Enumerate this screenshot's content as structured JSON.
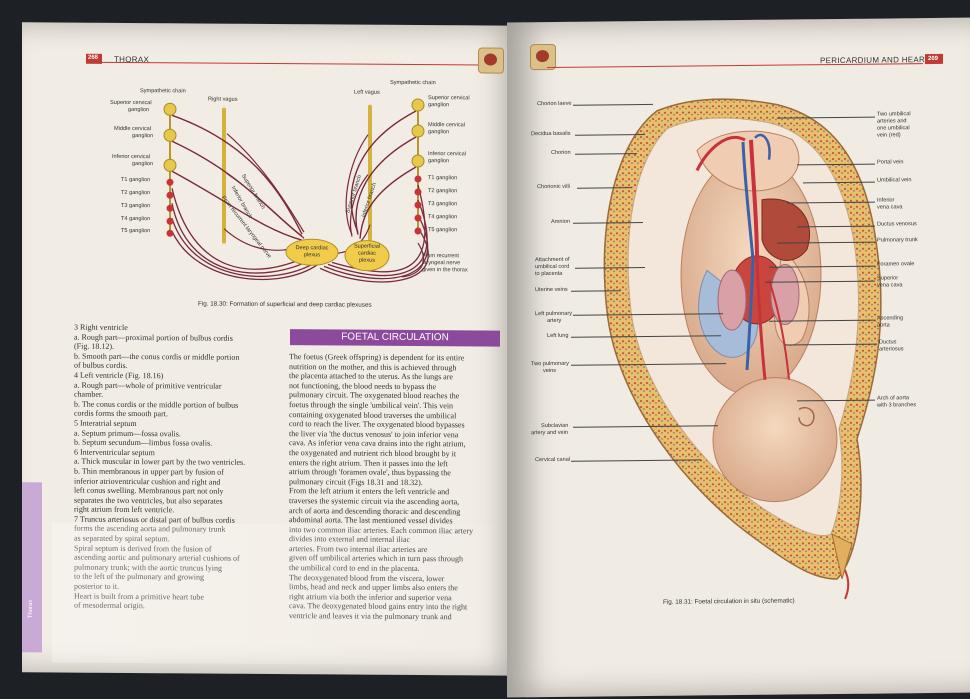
{
  "left_page": {
    "page_number": "268",
    "running_head": "THORAX",
    "diagram": {
      "labels_left": {
        "sympathetic_chain": "Sympathetic chain",
        "superior_ganglion": [
          "Superior cervical",
          "ganglion"
        ],
        "middle_ganglion": [
          "Middle cervical",
          "ganglion"
        ],
        "inferior_ganglion": [
          "Inferior cervical",
          "ganglion"
        ],
        "t_ganglia": [
          "T1 ganglion",
          "T2 ganglion",
          "T3 ganglion",
          "T4 ganglion",
          "T5 ganglion"
        ],
        "right_vagus": "Right vagus",
        "superior_branch": "Superior branch",
        "inferior_branch": "Inferior branch",
        "recurrent": "From recurrent laryngeal nerve"
      },
      "labels_right": {
        "sympathetic_chain": "Sympathetic chain",
        "left_vagus": "Left vagus",
        "superior_ganglion": [
          "Superior cervical",
          "ganglion"
        ],
        "middle_ganglion": [
          "Middle cervical",
          "ganglion"
        ],
        "inferior_ganglion": [
          "Inferior cervical",
          "ganglion"
        ],
        "t_ganglia": [
          "T1 ganglion",
          "T2 ganglion",
          "T3 ganglion",
          "T4 ganglion",
          "T5 ganglion"
        ],
        "superior_branch": "Superior branch",
        "inferior_branch": "Inferior branch",
        "from_recurrent": [
          "From recurrent",
          "laryngeal nerve",
          "given in the thorax"
        ]
      },
      "deep_plexus": [
        "Deep cardiac",
        "plexus"
      ],
      "superficial_plexus": [
        "Superficial",
        "cardiac",
        "plexus"
      ],
      "caption": "Fig. 18.30: Formation of superficial and deep cardiac plexuses"
    },
    "list": [
      "3  Right ventricle",
      "    a. Rough part—proximal portion of bulbus cordis",
      "        (Fig. 18.12).",
      "    b. Smooth part—the conus cordis or middle portion",
      "        of bulbus cordis.",
      "4  Left ventricle (Fig. 18.16)",
      "    a. Rough part—whole of primitive ventricular",
      "        chamber.",
      "    b. The conus cordis or the middle portion of bulbus",
      "        cordis forms the smooth part.",
      "5  Interatrial septum",
      "    a. Septum primum—fossa ovalis.",
      "    b. Septum secundum—limbus fossa ovalis.",
      "6  Interventricular septum",
      "    a. Thick muscular in lower part by the two ventricles.",
      "    b. Thin membranous in upper part by fusion of",
      "        inferior atrioventricular cushion and right and",
      "        left conus swelling. Membranous part not only",
      "        separates the two ventricles, but also separates",
      "        right atrium from left ventricle.",
      "7  Truncus arteriosus or distal part of bulbus cordis",
      "    forms the ascending aorta and pulmonary trunk",
      "    as separated by spiral septum.",
      "    Spiral septum is derived from the fusion of",
      "    ascending aortic and pulmonary arterial cushions of",
      "    pulmonary trunk; with the aortic truncus lying",
      "    to the left of the pulmonary and growing",
      "    posterior to it.",
      "    Heart is built from a primitive heart tube",
      "    of mesodermal origin."
    ],
    "section_title": "FOETAL CIRCULATION",
    "paragraph": [
      "The foetus (Greek offspring) is dependent for its entire",
      "nutrition on the mother, and this is achieved through",
      "the placenta attached to the uterus. As the lungs are",
      "not functioning, the blood needs to bypass the",
      "pulmonary circuit. The oxygenated blood reaches the",
      "foetus through the single 'umbilical vein'. This vein",
      "containing oxygenated blood traverses the umbilical",
      "cord to reach the liver. The oxygenated blood bypasses",
      "the liver via 'the ductus venosus' to join inferior vena",
      "cava. As inferior vena cava drains into the right atrium,",
      "the oxygenated and nutrient rich blood brought by it",
      "enters the right atrium. Then it passes into the left",
      "atrium through 'foramen ovale', thus bypassing the",
      "pulmonary circuit (Figs 18.31 and 18.32).",
      "    From the left atrium it enters the left ventricle and",
      "traverses the systemic circuit via the ascending aorta,",
      "arch of aorta and descending thoracic and descending",
      "abdominal aorta. The last mentioned vessel divides",
      "into two common iliac arteries. Each common iliac artery",
      "divides into external and internal iliac",
      "arteries. From two internal iliac arteries are",
      "given off umbilical arteries which in turn pass through",
      "the umbilical cord to end in the placenta.",
      "    The deoxygenated blood from the viscera, lower",
      "limbs, head and neck and upper limbs also enters the",
      "right atrium via both the inferior and superior vena",
      "cava. The deoxygenated blood gains entry into the right",
      "ventricle and leaves it via the pulmonary trunk and"
    ],
    "side_tab": "Thorax"
  },
  "right_page": {
    "running_head": "PERICARDIUM AND HEART",
    "page_number": "269",
    "labels_left": [
      "Chorion laeve",
      "Decidua basalis",
      "Chorion",
      "Chorionic villi",
      "Amnion",
      "Attachment of",
      "umbilical cord",
      "to placenta",
      "Uterine veins",
      "Left pulmonary",
      "artery",
      "Left lung",
      "Two pulmonary",
      "veins",
      "Subclavian",
      "artery and vein",
      "Cervical canal"
    ],
    "labels_right": [
      "Two umbilical",
      "arteries and",
      "one umbilical",
      "vein (red)",
      "Portal vein",
      "Umbilical vein",
      "Inferior",
      "vena cava",
      "Ductus venosus",
      "Pulmonary trunk",
      "Foramen ovale",
      "Superior",
      "vena cava",
      "Ascending",
      "aorta",
      "Ductus",
      "arteriosus",
      "Arch of aorta",
      "with 3 branches"
    ],
    "caption": "Fig. 18.31: Foetal circulation in situ (schematic)"
  },
  "colors": {
    "header_red": "#c23a34",
    "section_purple": "#8c4a9c",
    "ganglion_yellow": "#e8c84a",
    "ganglion_red": "#c8323a",
    "nerve_maroon": "#7a2a3a"
  }
}
